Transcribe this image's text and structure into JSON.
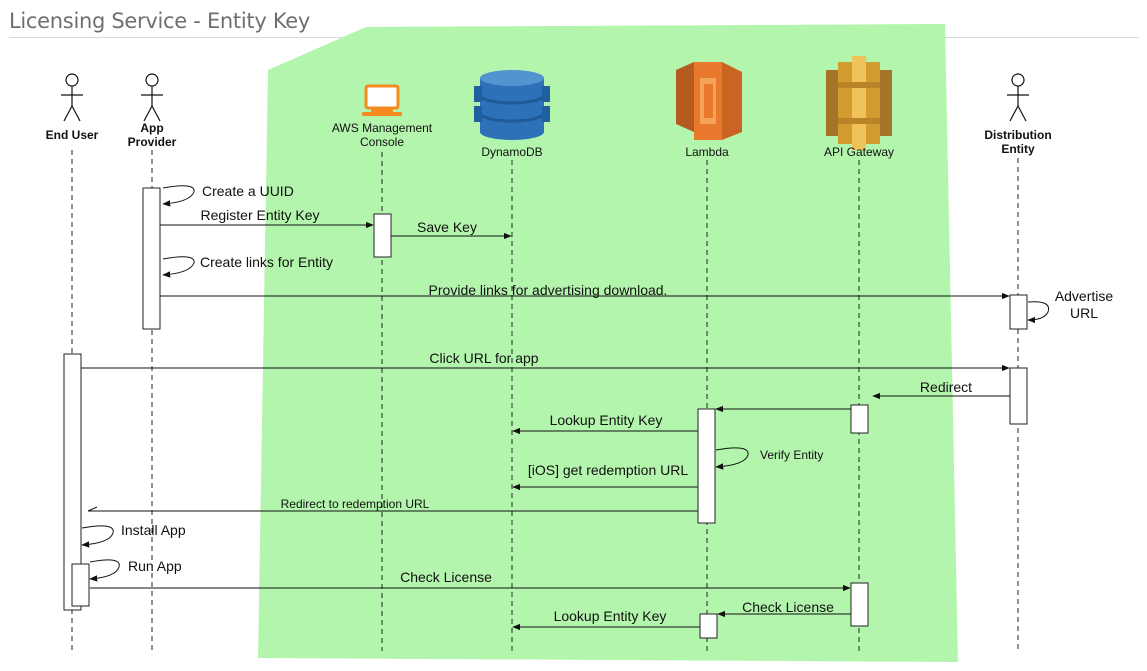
{
  "title": "Licensing Service - Entity Key",
  "colors": {
    "aws_region": "#b3f5ad",
    "console_orange": "#f58a1f",
    "dynamodb_blue": "#2d72b8",
    "lambda_orange": "#e9792d",
    "apigw_gold": "#d19b2f"
  },
  "participants": {
    "end_user": "End User",
    "app_provider_1": "App",
    "app_provider_2": "Provider",
    "console_1": "AWS Management",
    "console_2": "Console",
    "dynamodb": "DynamoDB",
    "lambda": "Lambda",
    "api_gateway": "API Gateway",
    "distribution_1": "Distribution",
    "distribution_2": "Entity"
  },
  "icons": {
    "end_user": "actor-icon",
    "app_provider": "actor-icon",
    "console": "computer-icon",
    "dynamodb": "dynamodb-icon",
    "lambda": "lambda-icon",
    "api_gateway": "api-gateway-icon",
    "distribution": "actor-icon"
  },
  "messages": {
    "create_uuid": "Create a UUID",
    "register_key": "Register Entity Key",
    "save_key": "Save Key",
    "create_links": "Create links for Entity",
    "provide_links": "Provide links for advertising download.",
    "advertise_1": "Advertise",
    "advertise_2": "URL",
    "click_url": "Click URL for app",
    "redirect": "Redirect",
    "lookup_key_1": "Lookup Entity Key",
    "verify_entity": "Verify Entity",
    "get_redemption": "[iOS] get redemption URL",
    "redirect_redemption": "Redirect to redemption URL",
    "install_app": "Install App",
    "run_app": "Run App",
    "check_license_1": "Check License",
    "check_license_2": "Check License",
    "lookup_key_2": "Lookup Entity Key"
  }
}
